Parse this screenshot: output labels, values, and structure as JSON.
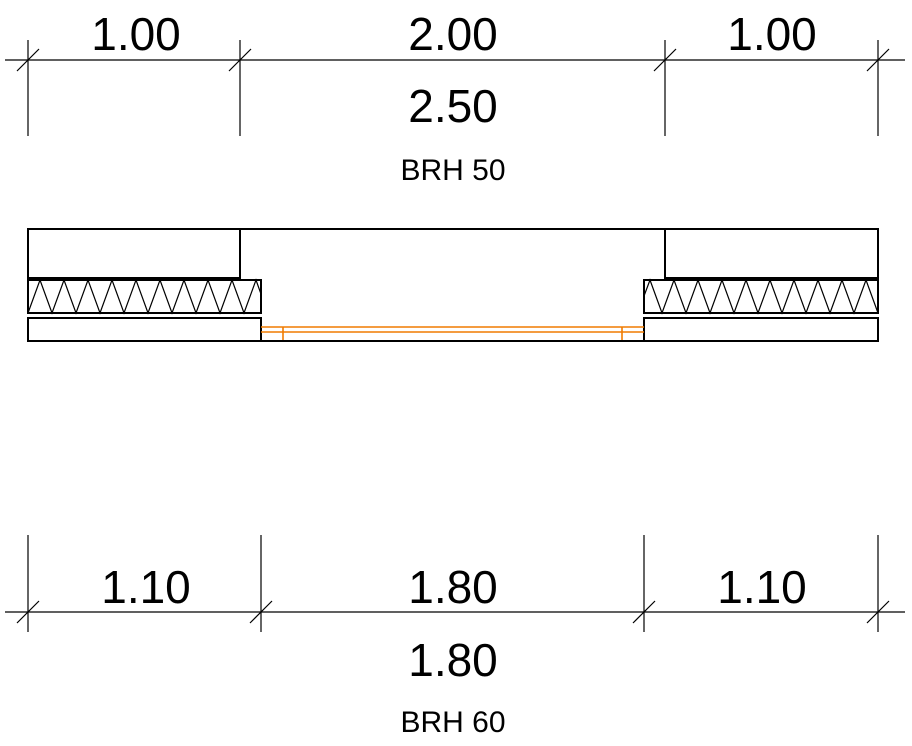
{
  "top_dimension": {
    "segments": [
      "1.00",
      "2.00",
      "1.00"
    ],
    "opening_height": "2.50",
    "sill_label": "BRH 50"
  },
  "bottom_dimension": {
    "segments": [
      "1.10",
      "1.80",
      "1.10"
    ],
    "opening_height": "1.80",
    "sill_label": "BRH 60"
  },
  "colors": {
    "line": "#000000",
    "hatch": "#e53935",
    "window_frame": "#f07c00"
  }
}
